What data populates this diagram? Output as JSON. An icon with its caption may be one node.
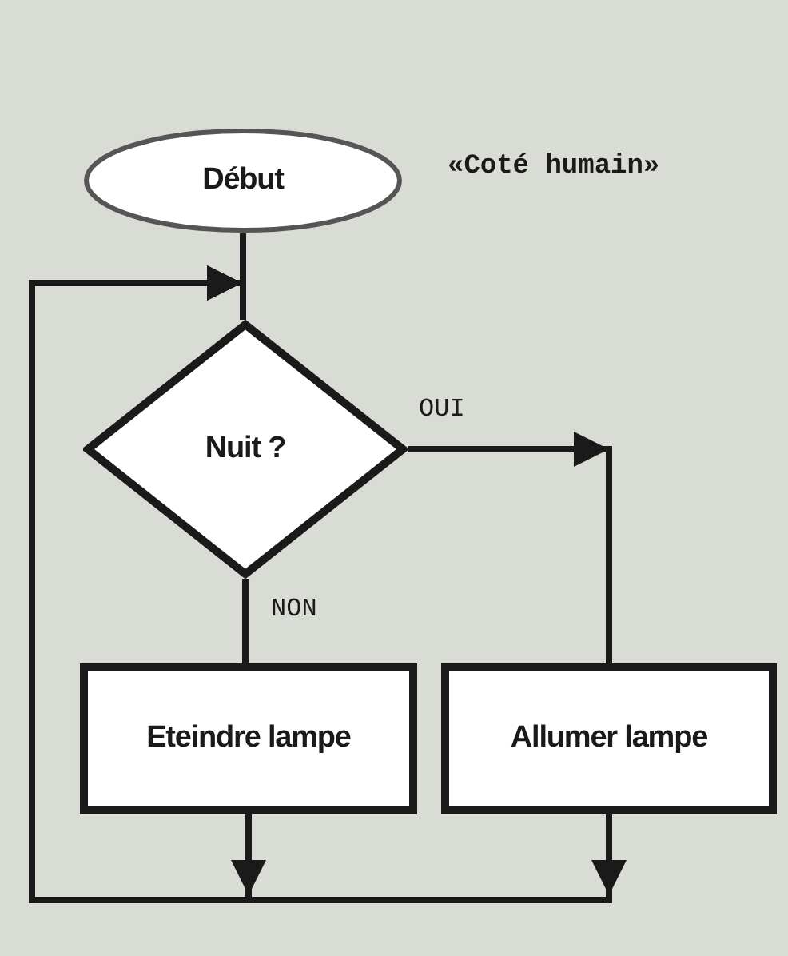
{
  "diagram": {
    "nodes": [
      {
        "text": [
          "Début"
        ]
      },
      {
        "text": [
          "Nuit ?"
        ]
      },
      {
        "text": [
          "Eteindre lampe"
        ]
      },
      {
        "text": [
          "Allumer lampe"
        ]
      }
    ],
    "edges": [
      {
        "from": 0,
        "to": 1,
        "arrow": "none"
      },
      {
        "from": 1,
        "to": 3,
        "arrow": "to",
        "label": "OUI"
      },
      {
        "from": 1,
        "to": 2,
        "arrow": "none",
        "label": "NON"
      },
      {
        "from": 2,
        "to": 1,
        "arrow": "to"
      },
      {
        "from": 3,
        "to": 1,
        "arrow": "to"
      }
    ],
    "labels": [
      "«Coté humain»"
    ]
  }
}
